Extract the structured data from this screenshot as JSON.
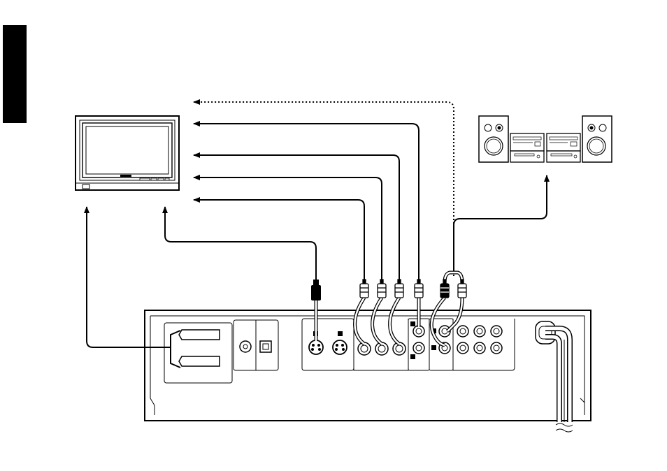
{
  "diagram": {
    "colors": {
      "line": "#000000",
      "paper": "#ffffff",
      "panel_fill": "#ffffff",
      "cable_outline": "#000000",
      "cable_fill": "#ffffff",
      "section_tab": "#000000"
    },
    "nodes": [
      {
        "id": "television",
        "kind": "tv-monitor",
        "label": ""
      },
      {
        "id": "stereo-system",
        "kind": "mini-component-stereo",
        "label": ""
      },
      {
        "id": "player-rear-panel",
        "kind": "rear-panel",
        "label": ""
      }
    ],
    "connections": [
      {
        "id": "scart-to-tv",
        "from": "player-rear-panel",
        "to": "television",
        "style": "solid"
      },
      {
        "id": "s-video-to-tv",
        "from": "player-rear-panel",
        "to": "television",
        "style": "solid"
      },
      {
        "id": "component-1-to-tv",
        "from": "player-rear-panel",
        "to": "television",
        "style": "solid"
      },
      {
        "id": "component-2-to-tv",
        "from": "player-rear-panel",
        "to": "television",
        "style": "solid"
      },
      {
        "id": "component-3-to-tv",
        "from": "player-rear-panel",
        "to": "television",
        "style": "solid"
      },
      {
        "id": "composite-to-tv",
        "from": "player-rear-panel",
        "to": "television",
        "style": "solid"
      },
      {
        "id": "audio-to-tv",
        "from": "player-rear-panel",
        "to": "television",
        "style": "dotted"
      },
      {
        "id": "audio-to-stereo",
        "from": "player-rear-panel",
        "to": "stereo-system",
        "style": "solid"
      }
    ]
  }
}
